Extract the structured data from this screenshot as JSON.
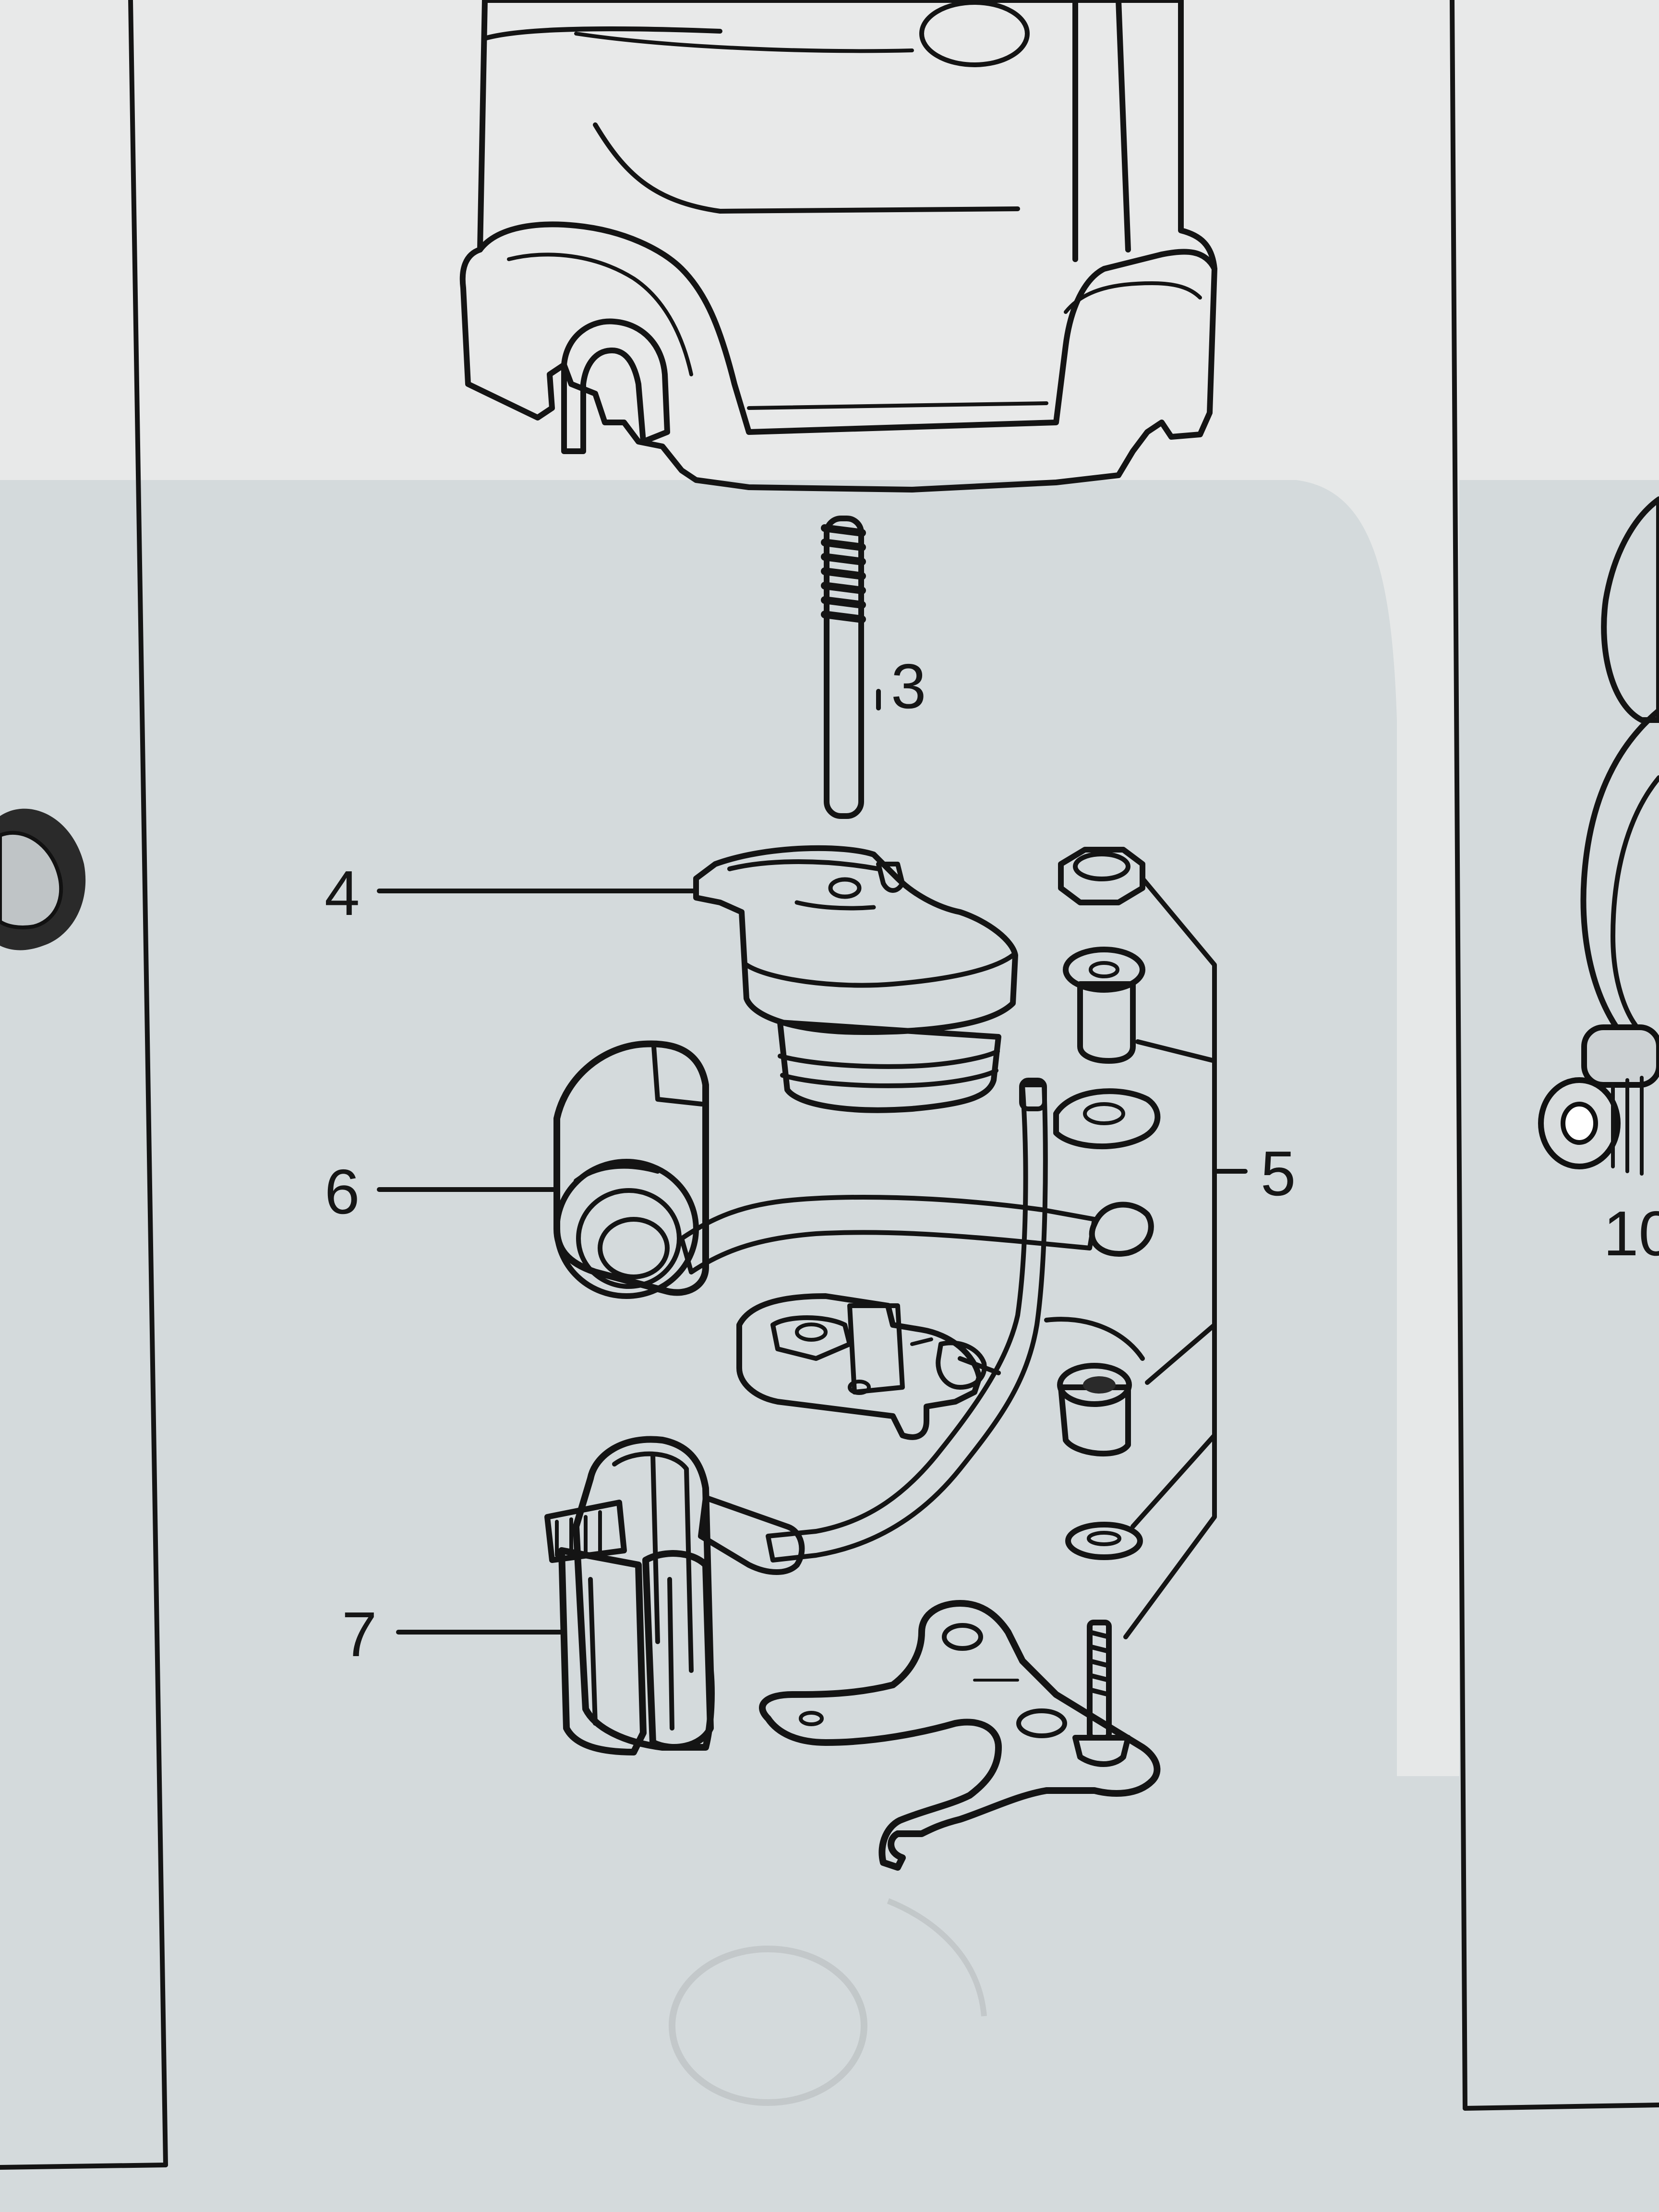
{
  "diagram": {
    "callouts": [
      {
        "id": "c3",
        "label": "3"
      },
      {
        "id": "c4",
        "label": "4"
      },
      {
        "id": "c5",
        "label": "5"
      },
      {
        "id": "c6",
        "label": "6"
      },
      {
        "id": "c7",
        "label": "7"
      }
    ],
    "partial_callout": "10"
  },
  "colors": {
    "paper_light": "#e9eaea",
    "paper_shadow": "#cdd3d5",
    "ink": "#141414"
  }
}
